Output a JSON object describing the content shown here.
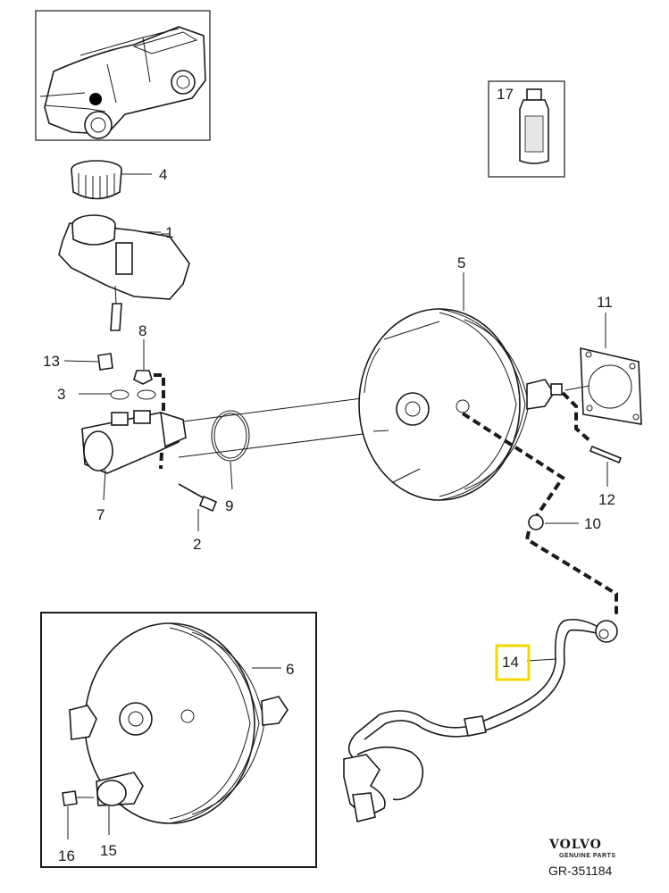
{
  "diagram": {
    "callouts": {
      "c1": "1",
      "c2": "2",
      "c3": "3",
      "c4": "4",
      "c5": "5",
      "c6": "6",
      "c7": "7",
      "c8": "8",
      "c9": "9",
      "c10": "10",
      "c11": "11",
      "c12": "12",
      "c13": "13",
      "c14": "14",
      "c15": "15",
      "c16": "16",
      "c17": "17"
    },
    "highlight": {
      "callout": "14",
      "color": "#f5d800"
    },
    "brand": {
      "name": "VOLVO",
      "tagline": "GENUINE PARTS"
    },
    "reference": "GR-351184",
    "colors": {
      "ink": "#1a1a1a",
      "background": "#ffffff"
    }
  }
}
